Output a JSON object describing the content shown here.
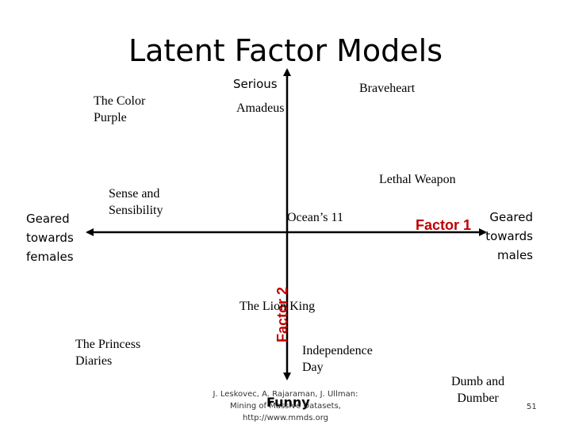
{
  "title": "Latent Factor Models",
  "axes": {
    "vertical_top": "Serious",
    "vertical_bottom": "Funny",
    "horizontal_left": [
      "Geared",
      "towards",
      "females"
    ],
    "horizontal_right": [
      "Geared",
      "towards",
      "males"
    ],
    "factor1": "Factor 1",
    "factor2": "Factor 2"
  },
  "movies": {
    "color_purple": [
      "The Color",
      "Purple"
    ],
    "amadeus": "Amadeus",
    "braveheart": "Braveheart",
    "sense_sensibility": [
      "Sense and",
      "Sensibility"
    ],
    "lethal_weapon": "Lethal Weapon",
    "oceans_11": "Ocean’s 11",
    "lion_king": "The Lion King",
    "princess_diaries": [
      "The Princess",
      "Diaries"
    ],
    "independence_day": [
      "Independence",
      "Day"
    ],
    "dumb_dumber": [
      "Dumb and",
      "Dumber"
    ]
  },
  "footer": [
    "J. Leskovec, A. Rajaraman, J. Ullman:",
    "Mining of Massive Datasets,",
    "http://www.mmds.org"
  ],
  "page_number": "51"
}
